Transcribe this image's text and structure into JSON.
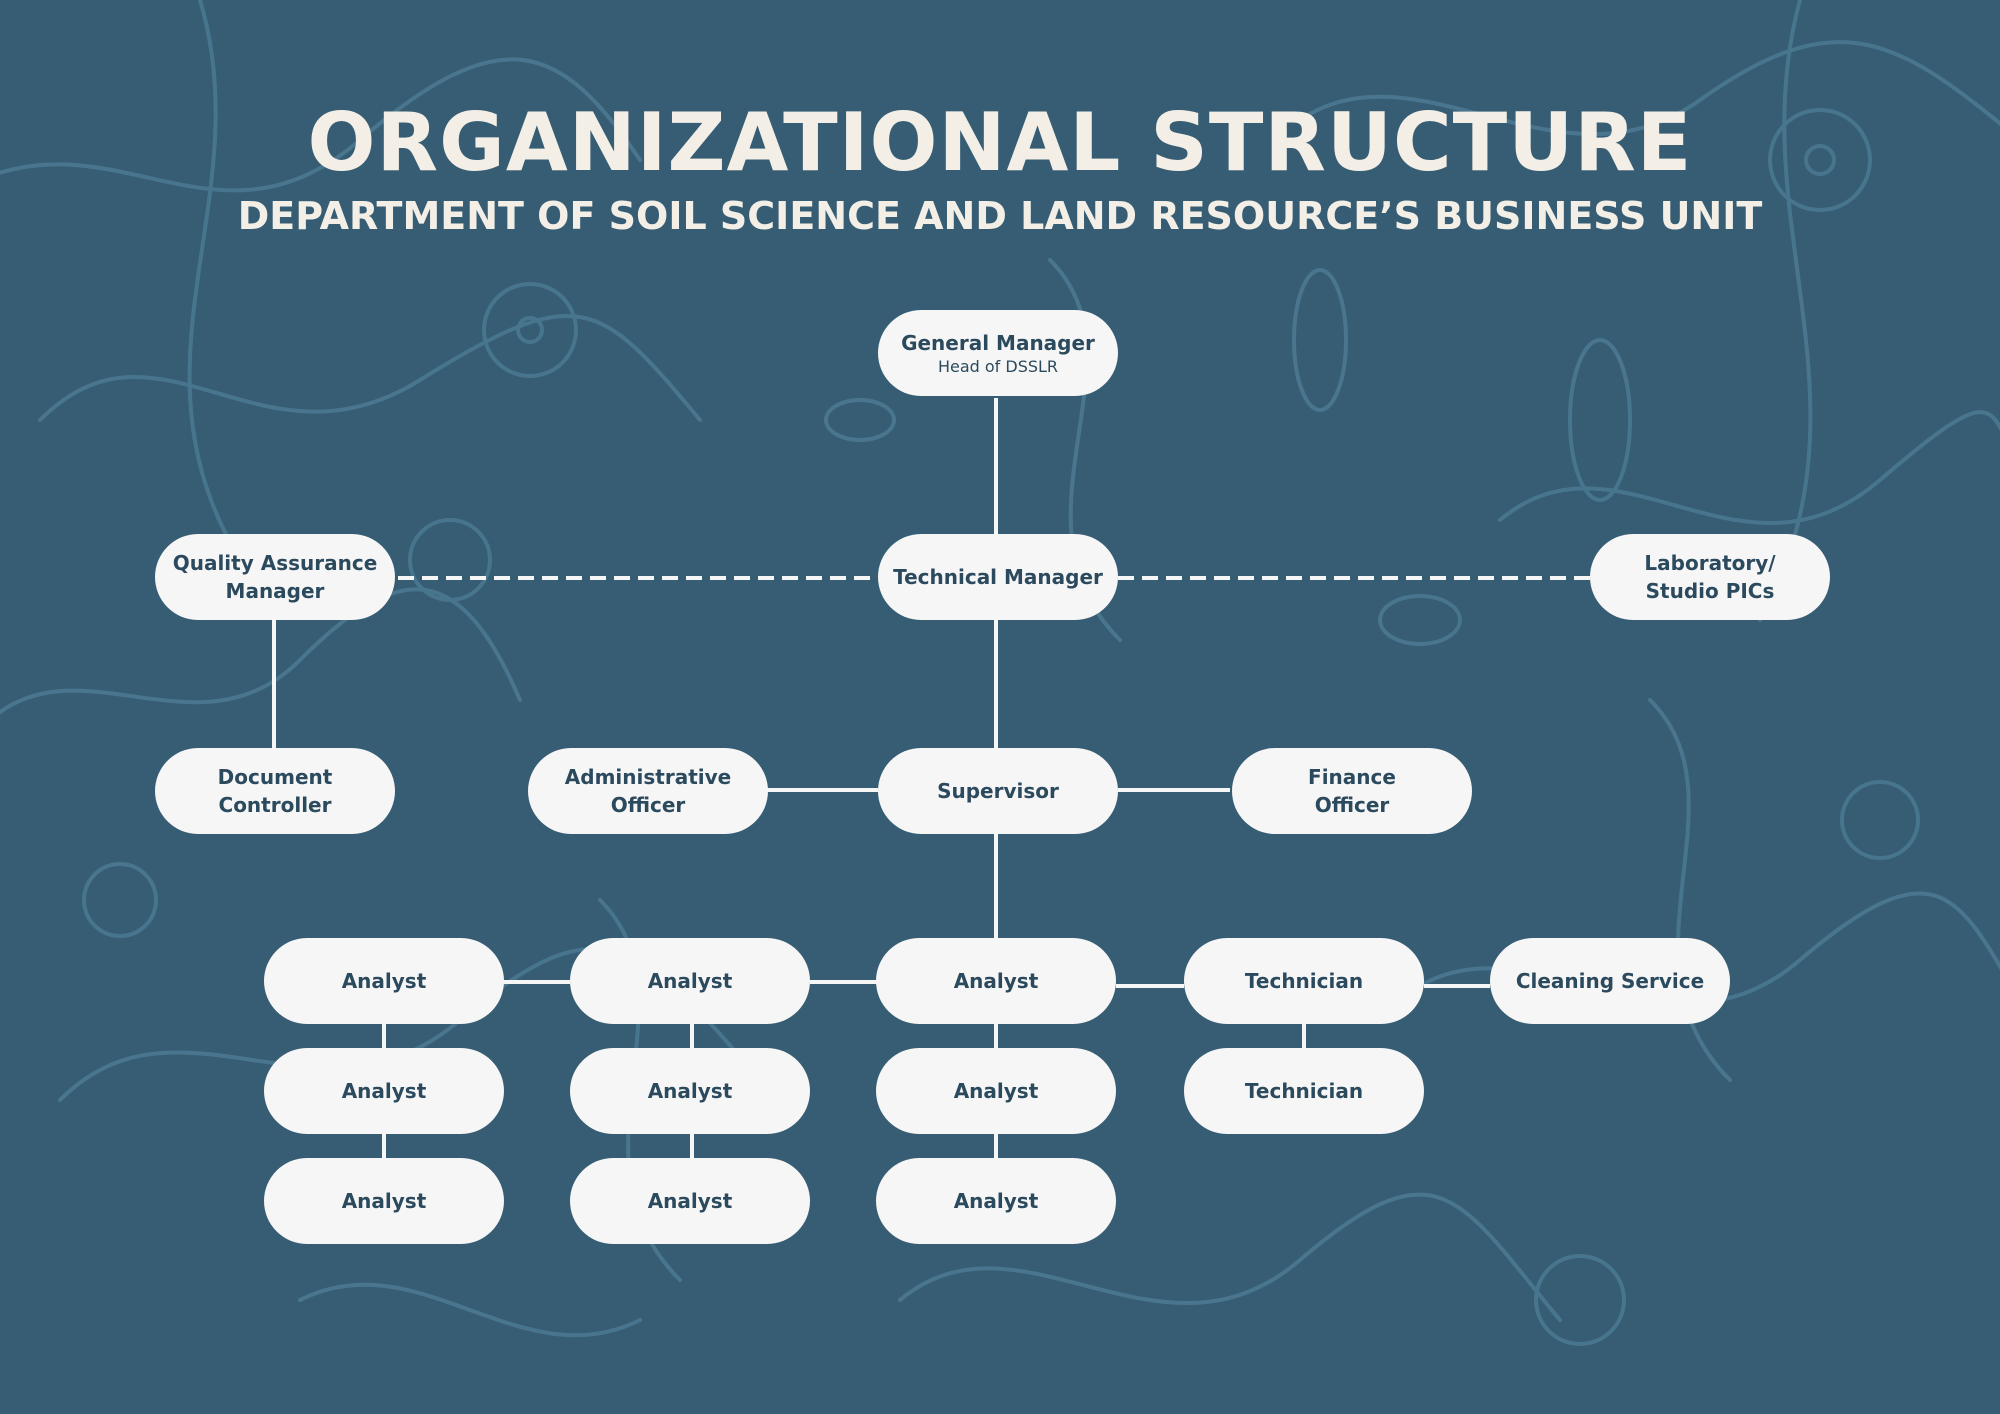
{
  "header": {
    "title": "ORGANIZATIONAL STRUCTURE",
    "subtitle": "DEPARTMENT OF SOIL SCIENCE AND LAND RESOURCE’S BUSINESS UNIT"
  },
  "colors": {
    "background": "#375d74",
    "pattern": "#4c7a93",
    "node_fill": "#f6f6f6",
    "node_text": "#2c4a5e",
    "connector": "#f6f6f6"
  },
  "nodes": {
    "general_manager": {
      "label": "General Manager",
      "sublabel": "Head of DSSLR"
    },
    "technical_manager": {
      "label": "Technical Manager"
    },
    "quality_assurance_manager": {
      "label": "Quality Assurance Manager"
    },
    "laboratory_pics": {
      "label": "Laboratory/ Studio PICs"
    },
    "document_controller": {
      "label": "Document Controller"
    },
    "administrative_officer": {
      "label": "Administrative Officer"
    },
    "supervisor": {
      "label": "Supervisor"
    },
    "finance_officer": {
      "label": "Finance Officer"
    },
    "analyst": {
      "label": "Analyst"
    },
    "technician": {
      "label": "Technician"
    },
    "cleaning_service": {
      "label": "Cleaning Service"
    }
  }
}
